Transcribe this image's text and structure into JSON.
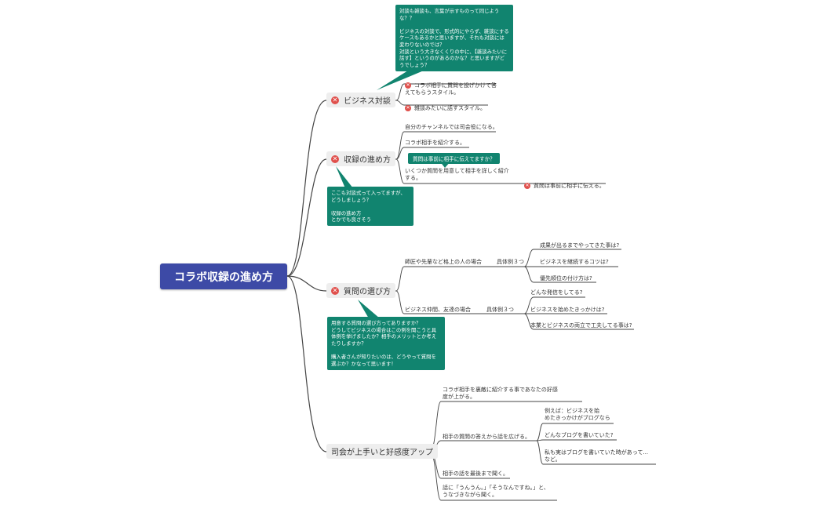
{
  "root": "コラボ収録の進め方",
  "branches": {
    "business": "ビジネス対談",
    "recording": "収録の進め方",
    "questions": "質問の選び方",
    "host": "司会が上手いと好感度アップ"
  },
  "notes": {
    "top": "対談も雑談も、言葉が示すものって同じような？？\n\nビジネスの対談で、形式的にやらず、雑談にするケースもあるかと思いますが、それも対談には変わりないのでは？\n対談という大きなくくりの中に、【雑談みたいに話す】というのがあるのかな？と思いますがどうでしょう？",
    "recording": "ここも対談式って入ってますが、どうしましょう？\n\n収録の進め方\nとかでも良さそう",
    "questions": "用意する質問の選び方ってありますか？\nどうしてビジネスの場合はこの例を聞こうと具体例を挙げましたか？相手のメリットとか考えたりしますか？\n\n購入者さんが知りたいのは、どうやって質問を選ぶか？かなって思います！",
    "tag": "質問は事前に相手に伝えてますか？"
  },
  "business_items": [
    "コラボ相手に質問を投げかけて答\nえてもらうスタイル。",
    "雑談みたいに話すスタイル。"
  ],
  "recording_items": [
    "自分のチャンネルでは司会役になる。",
    "コラボ相手を紹介する。",
    "いくつか質問を用意して相手を詳しく紹介\nする。",
    "質問は事前に相手に伝える。"
  ],
  "question_groups": [
    {
      "label": "師匠や先輩など格上の人の場合",
      "sub": "具体例３つ",
      "items": [
        "成果が出るまでやってきた事は?",
        "ビジネスを継続するコツは?",
        "優先順位の付け方は?"
      ]
    },
    {
      "label": "ビジネス仲間、友達の場合",
      "sub": "具体例３つ",
      "items": [
        "どんな発信をしてる?",
        "ビジネスを始めたきっかけは?",
        "本業とビジネスの両立で工夫してる事は?"
      ]
    }
  ],
  "host_items": [
    "コラボ相手を裏敵に紹介する事であなたの好感\n度が上がる。",
    "相手の質問の答えから話を広げる。",
    "相手の話を最後まで聞く。",
    "話に「うんうん。」「そうなんですね。」と、\nうなづきながら聞く。"
  ],
  "host_sub": [
    "例えば：ビジネスを始\nめたきっかけがブログなら",
    "どんなブログを書いていた?",
    "私も実はブログを書いていた時があって...\nなど。"
  ],
  "colors": {
    "root": "#3d4aa6",
    "note": "#11846f",
    "mark": "#e0504c",
    "line": "#444444"
  }
}
